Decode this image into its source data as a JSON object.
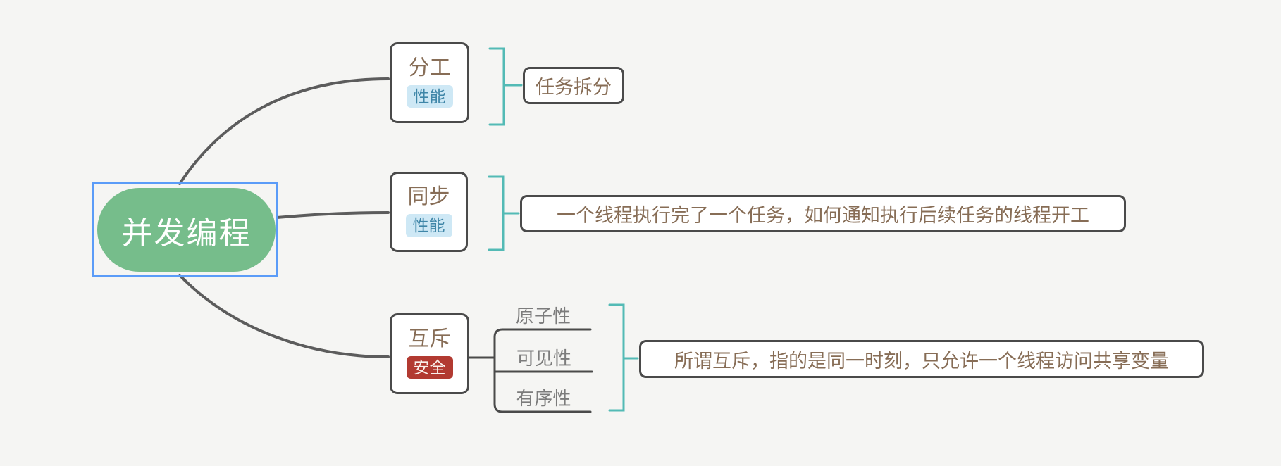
{
  "app": {
    "type": "mind-map-canvas",
    "background_color": "#f5f5f3"
  },
  "root_topic": {
    "label": "并发编程",
    "fill_color": "#76bd8b",
    "text_color": "#ffffff",
    "selected": true,
    "selection_border_color": "#5b9cf8"
  },
  "branches": [
    {
      "topic": "分工",
      "tag": {
        "label": "性能",
        "bg_color": "#cee8f5",
        "text_color": "#3f86a8"
      },
      "summary": {
        "label": "任务拆分"
      }
    },
    {
      "topic": "同步",
      "tag": {
        "label": "性能",
        "bg_color": "#cee8f5",
        "text_color": "#3f86a8"
      },
      "summary": {
        "label": "一个线程执行完了一个任务，如何通知执行后续任务的线程开工"
      }
    },
    {
      "topic": "互斥",
      "tag": {
        "label": "安全",
        "bg_color": "#b23a31",
        "text_color": "#faf0eb"
      },
      "children": [
        {
          "label": "原子性"
        },
        {
          "label": "可见性"
        },
        {
          "label": "有序性"
        }
      ],
      "summary": {
        "label": "所谓互斥，指的是同一时刻，只允许一个线程访问共享变量"
      }
    }
  ],
  "colors": {
    "branch_connector": "#5c5c5c",
    "child_connector": "#4a4a4a",
    "summary_bracket": "#53bab5",
    "node_border": "#4a4a4a",
    "topic_text": "#876d56",
    "child_text": "#7c7c7c"
  }
}
